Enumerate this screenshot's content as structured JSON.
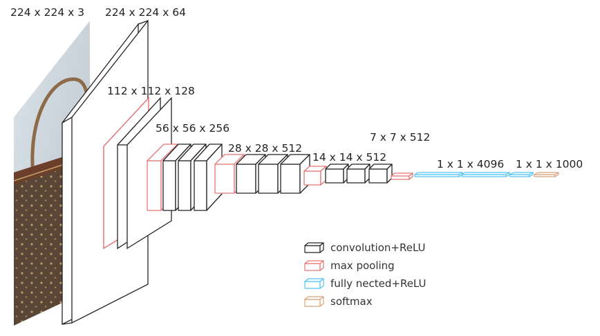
{
  "colors": {
    "conv": "#222222",
    "pool": "#e57373",
    "fc": "#4fc3f7",
    "softmax": "#d8a27a",
    "photo_background": "#c9d3da",
    "bag_leather": "#5a4636"
  },
  "labels": {
    "input": "224 x 224 x 3",
    "conv1": "224 x 224 x 64",
    "conv2": "112 x 112 x 128",
    "conv3": "56 x 56 x 256",
    "conv4": "28 x 28 x 512",
    "conv5": "14 x 14 x 512",
    "pool5": "7 x 7 x 512",
    "fc": "1 x 1 x 4096",
    "output": "1 x 1 x 1000"
  },
  "input_image": {
    "subject": "brown monogram handbag photo",
    "icon": "handbag-photo"
  },
  "legend": [
    {
      "label": "convolution+ReLU",
      "kind": "conv"
    },
    {
      "label": "max pooling",
      "kind": "pool"
    },
    {
      "label": "fully nected+ReLU",
      "kind": "fc"
    },
    {
      "label": "softmax",
      "kind": "softmax"
    }
  ]
}
